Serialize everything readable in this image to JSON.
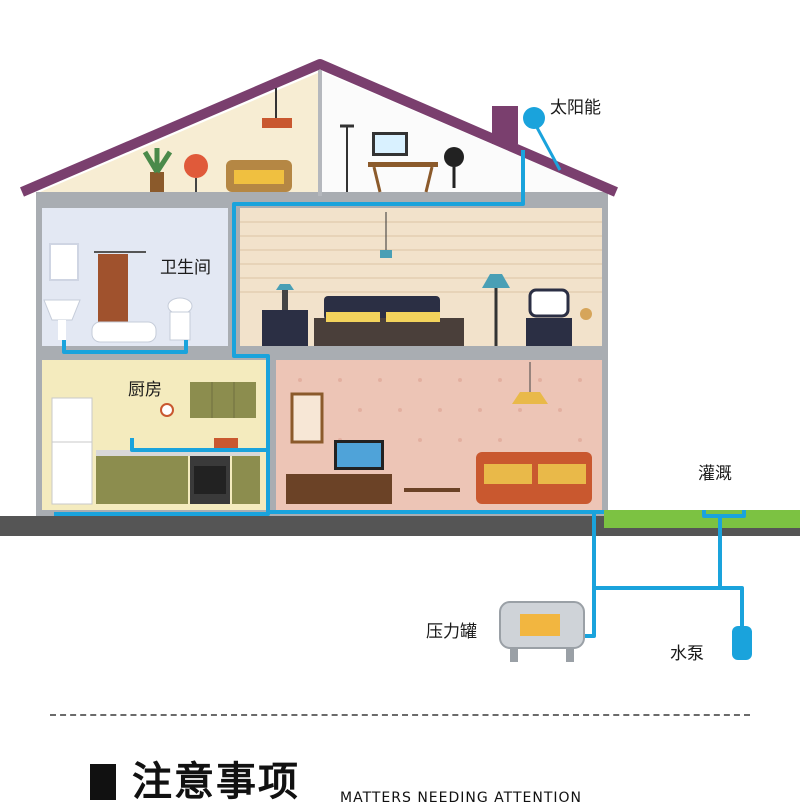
{
  "labels": {
    "solar": "太阳能",
    "bathroom": "卫生间",
    "kitchen": "厨房",
    "irrigation": "灌溉",
    "pressure_tank": "压力罐",
    "water_pump": "水泵"
  },
  "notes": {
    "title": "注意事项",
    "subtitle": "MATTERS NEEDING ATTENTION"
  },
  "colors": {
    "roof": "#7a3f6e",
    "pipe": "#1aa3dc",
    "ground": "#555555",
    "grass": "#7cc242",
    "attic": "#f7edd3",
    "bathroom": "#e3e8f3",
    "kitchen": "#f4ebbe",
    "bedroom": "#f2e2cb",
    "living": "#edc5b6"
  }
}
